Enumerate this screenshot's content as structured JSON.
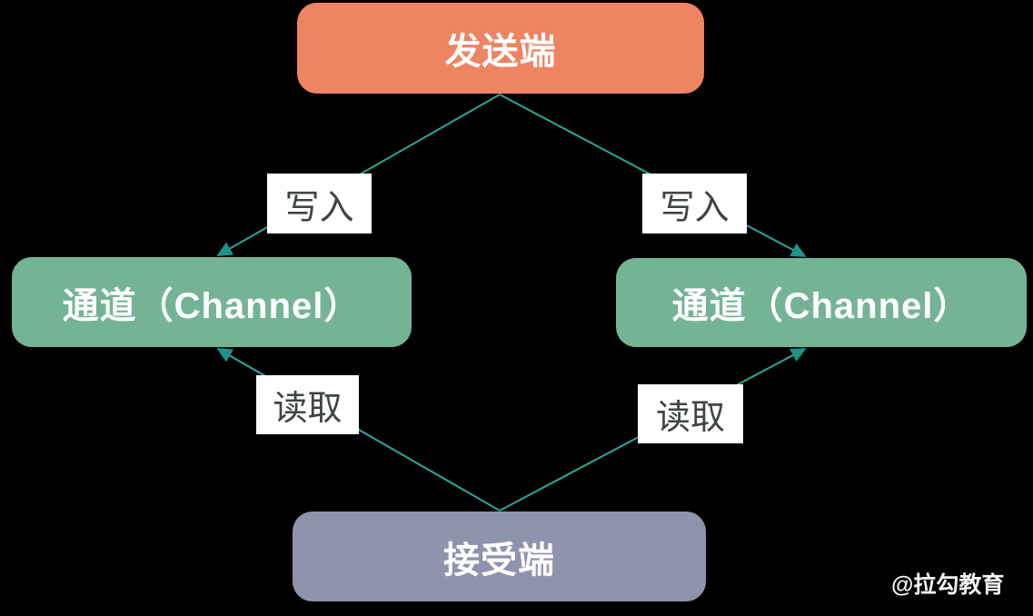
{
  "background": "#000000",
  "diagram": {
    "nodes": [
      {
        "id": "sender",
        "label": "发送端",
        "color": "#ED8462",
        "text_color": "#FFFFFF"
      },
      {
        "id": "channel-left",
        "label": "通道（Channel）",
        "color": "#74B494",
        "text_color": "#FFFFFF"
      },
      {
        "id": "channel-right",
        "label": "通道（Channel）",
        "color": "#74B494",
        "text_color": "#FFFFFF"
      },
      {
        "id": "receiver",
        "label": "接受端",
        "color": "#8F94AD",
        "text_color": "#FFFFFF"
      }
    ],
    "edges": [
      {
        "from": "sender",
        "to": "channel-left",
        "label": "写入",
        "arrow_into": "channel-left-top"
      },
      {
        "from": "sender",
        "to": "channel-right",
        "label": "写入",
        "arrow_into": "channel-right-top"
      },
      {
        "from": "receiver",
        "to": "channel-left",
        "label": "读取",
        "arrow_into": "channel-left-bottom"
      },
      {
        "from": "receiver",
        "to": "channel-right",
        "label": "读取",
        "arrow_into": "channel-right-bottom"
      }
    ],
    "edge_color": "#2AA79B",
    "arrowhead_color": "#1E9488",
    "edge_label_bg": "#FFFFFF",
    "edge_label_text_color": "#3F4447"
  },
  "watermark": {
    "text": "@拉勾教育",
    "color": "#F5F5F5"
  }
}
